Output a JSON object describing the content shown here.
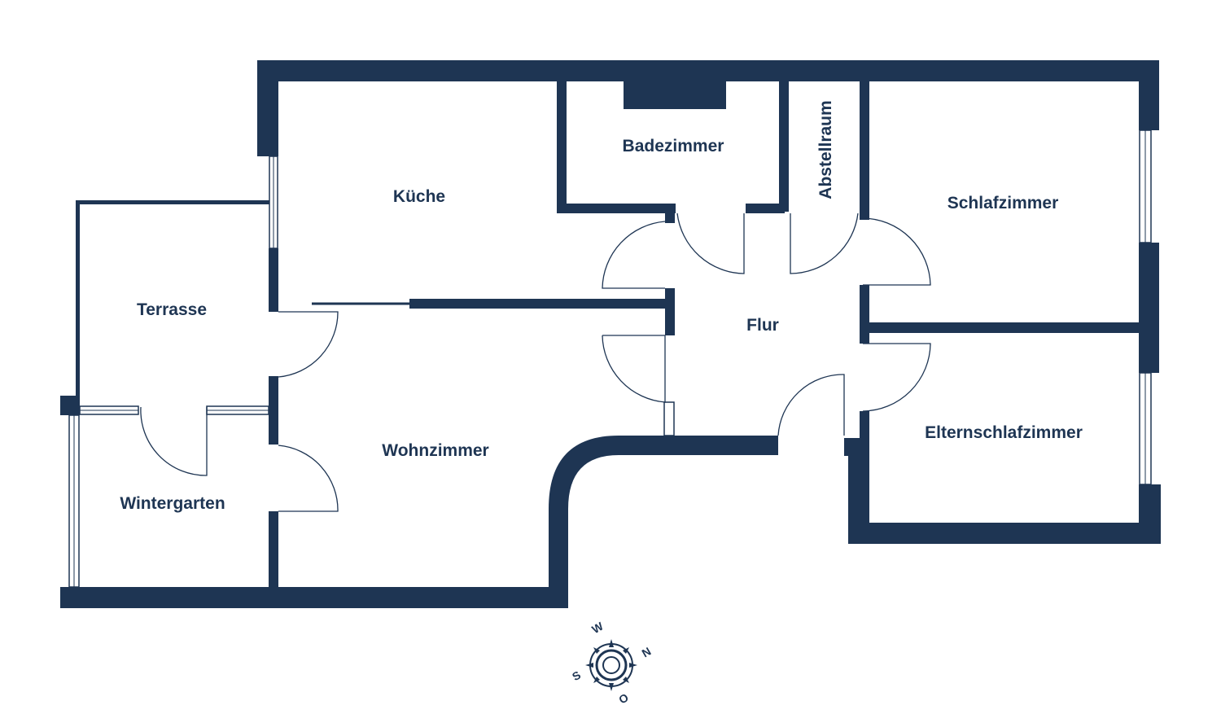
{
  "colors": {
    "wall": "#1e3553",
    "background": "#ffffff"
  },
  "rooms": {
    "kueche": "Küche",
    "badezimmer": "Badezimmer",
    "abstellraum": "Abstellraum",
    "schlafzimmer": "Schlafzimmer",
    "terrasse": "Terrasse",
    "flur": "Flur",
    "wohnzimmer": "Wohnzimmer",
    "elternschlafzimmer": "Elternschlafzimmer",
    "wintergarten": "Wintergarten"
  },
  "compass": {
    "n": "N",
    "o": "O",
    "s": "S",
    "w": "W"
  }
}
